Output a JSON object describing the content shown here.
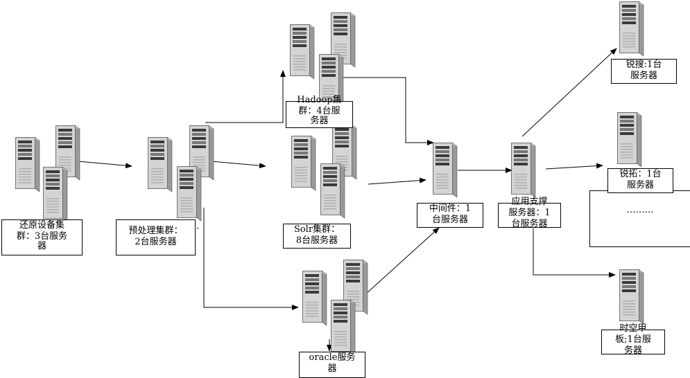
{
  "nodes": {
    "restore": {
      "lines": [
        "还原设备集",
        "群：3台服务",
        "器"
      ]
    },
    "preprocess": {
      "lines": [
        "预处理集群：",
        "2台服务器"
      ],
      "stray": "·"
    },
    "hadoop": {
      "lines": [
        "Hadoop集",
        "群：4台服",
        "务器"
      ]
    },
    "solr": {
      "lines": [
        "Solr集群：",
        "8台服务器"
      ]
    },
    "oracle": {
      "lines": [
        "oracle服务",
        "器"
      ]
    },
    "middleware": {
      "lines": [
        "中间件：1",
        "台服务器"
      ]
    },
    "appsupport": {
      "lines": [
        "应用支撑",
        "服务器：1",
        "台服务器"
      ]
    },
    "ruisou": {
      "lines": [
        "锐搜:1台",
        "服务器"
      ]
    },
    "ruituo": {
      "lines": [
        "锐拓：1台",
        "服务器"
      ]
    },
    "more": {
      "text": "………"
    },
    "shikong": {
      "lines": [
        "时空甲",
        "板;1台服",
        "务器"
      ]
    }
  },
  "colors": {
    "line": "#000000",
    "server_body": "#d4d4d4",
    "server_dark": "#3a3a3a"
  }
}
